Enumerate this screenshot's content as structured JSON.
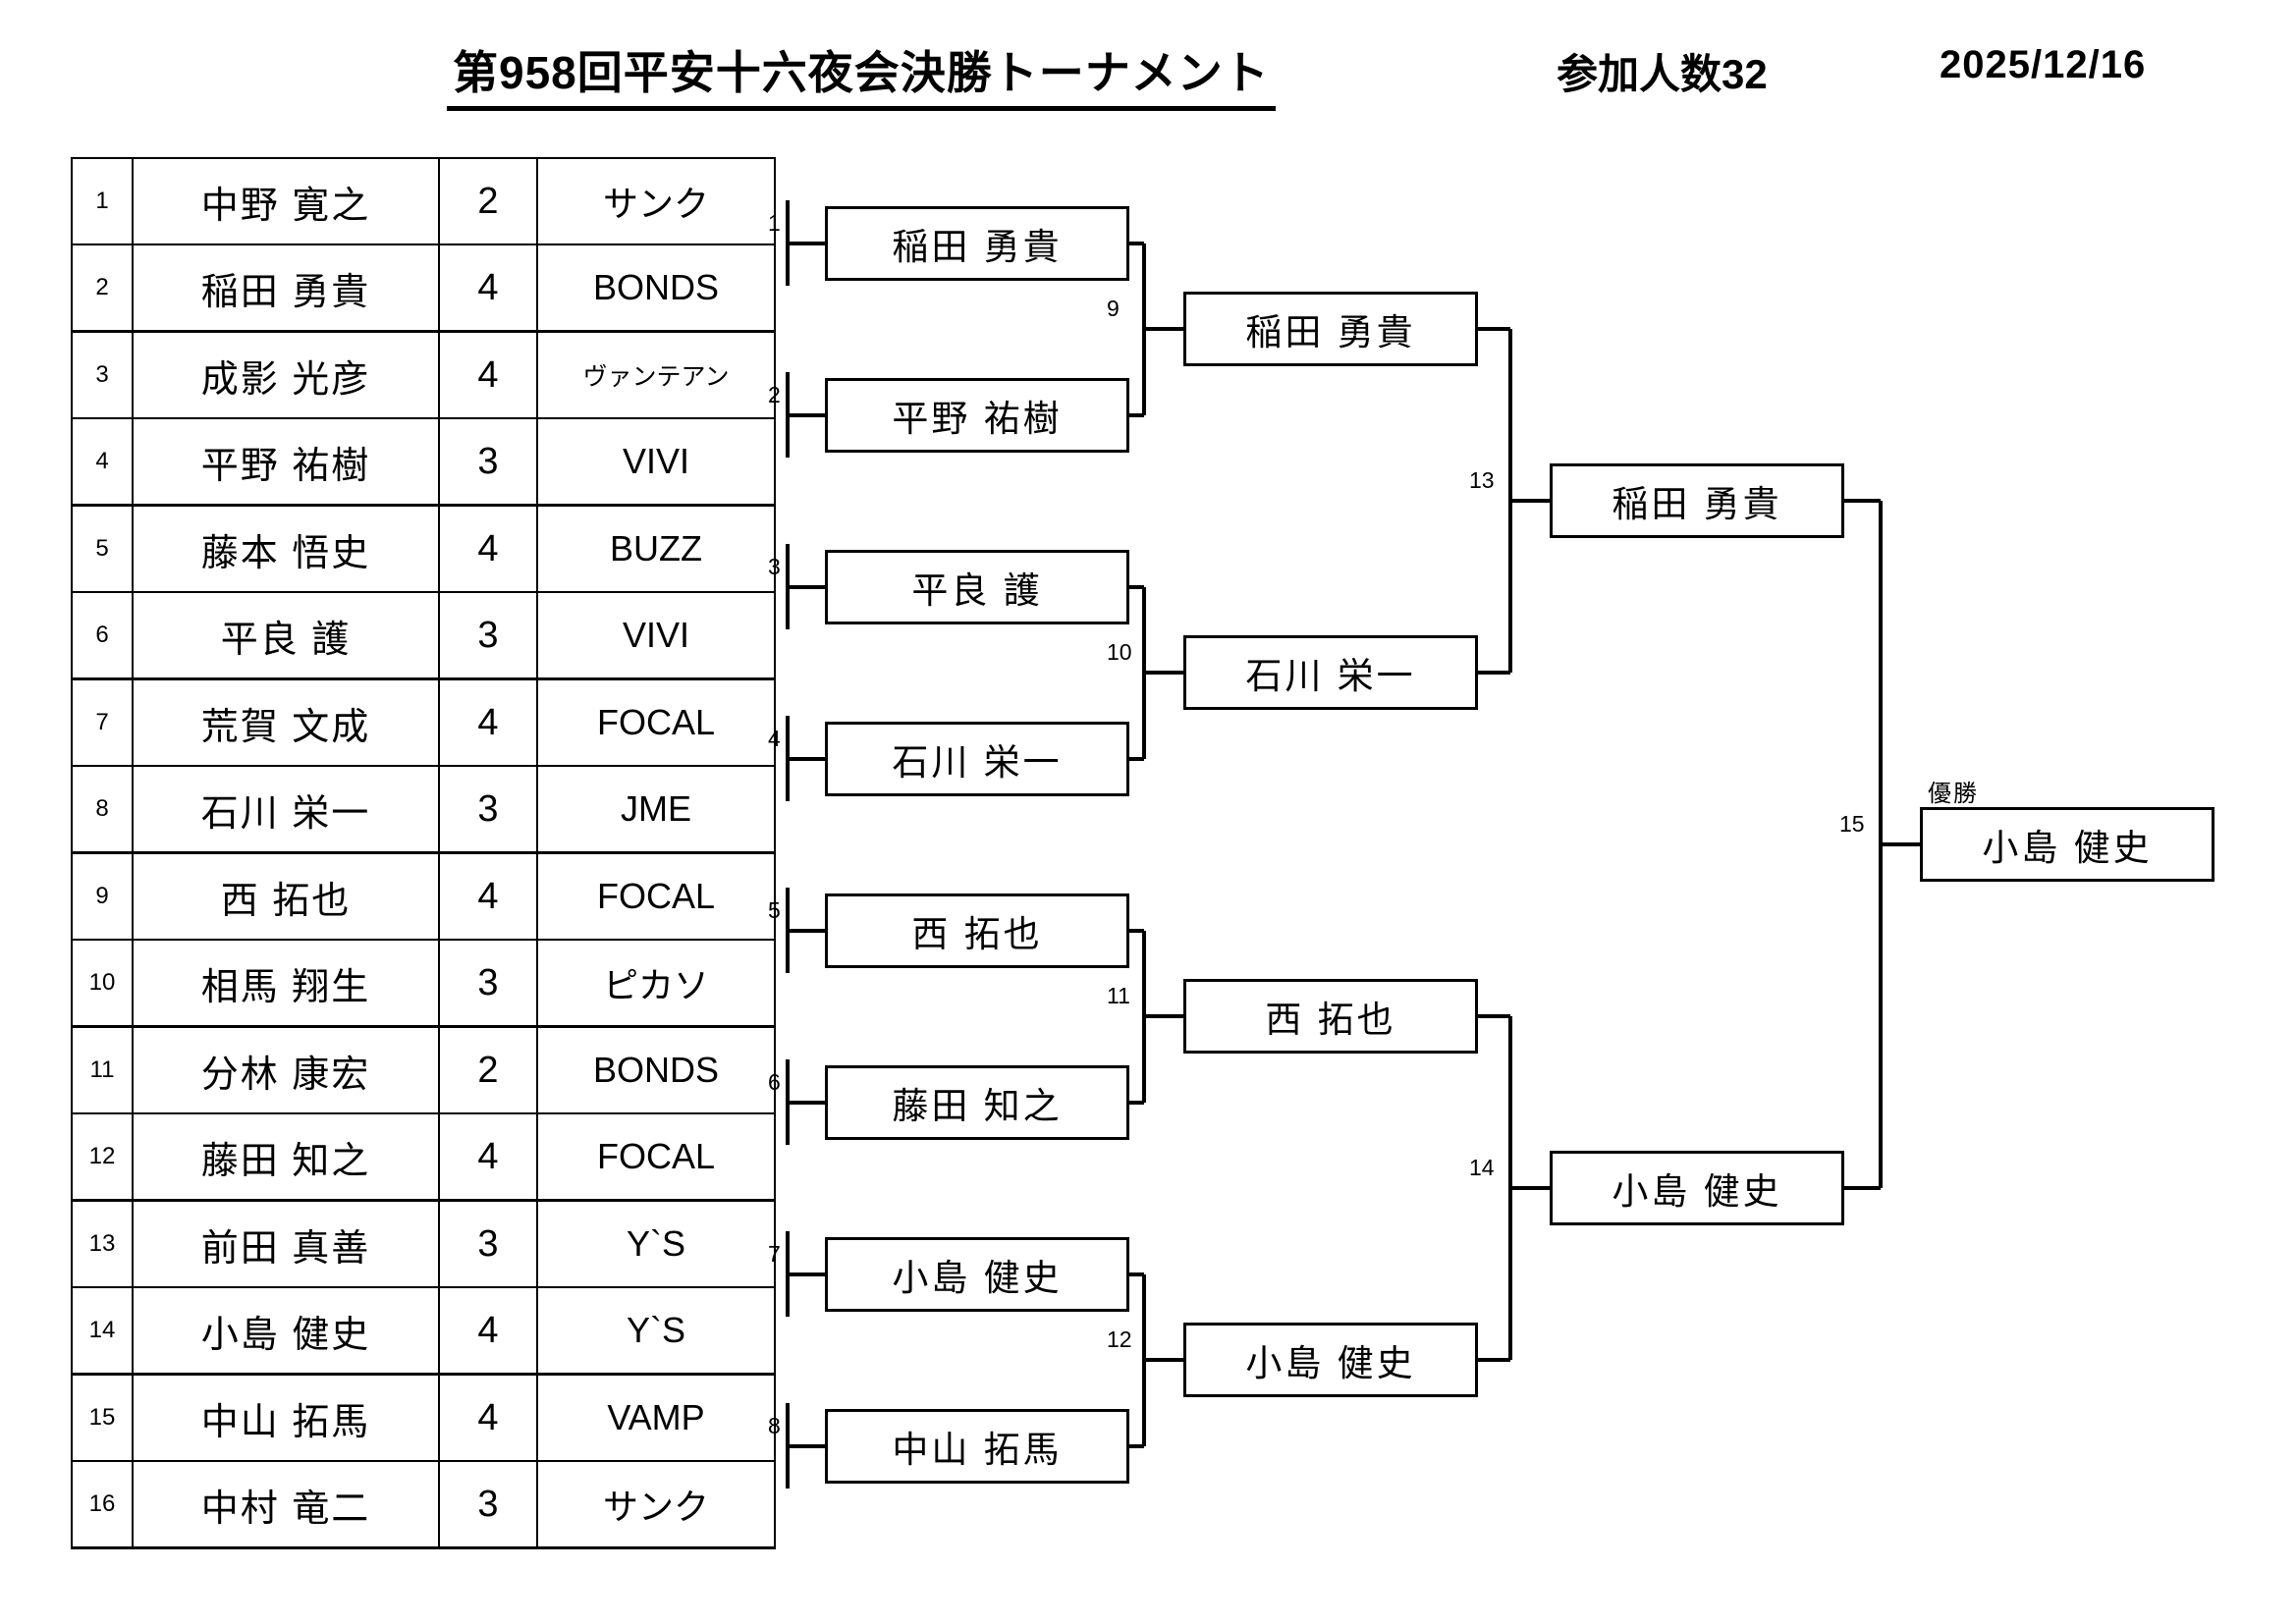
{
  "header": {
    "title": "第958回平安十六夜会決勝トーナメント",
    "participants": "参加人数32",
    "date": "2025/12/16"
  },
  "entries": [
    {
      "seed": "1",
      "name": "中野 寛之",
      "score": "2",
      "team": "サンク",
      "team_small": false
    },
    {
      "seed": "2",
      "name": "稲田 勇貴",
      "score": "4",
      "team": "BONDS",
      "team_small": false
    },
    {
      "seed": "3",
      "name": "成影 光彦",
      "score": "4",
      "team": "ヴァンテアン",
      "team_small": true
    },
    {
      "seed": "4",
      "name": "平野 祐樹",
      "score": "3",
      "team": "VIVI",
      "team_small": false
    },
    {
      "seed": "5",
      "name": "藤本 悟史",
      "score": "4",
      "team": "BUZZ",
      "team_small": false
    },
    {
      "seed": "6",
      "name": "平良  護",
      "score": "3",
      "team": "VIVI",
      "team_small": false
    },
    {
      "seed": "7",
      "name": "荒賀 文成",
      "score": "4",
      "team": "FOCAL",
      "team_small": false
    },
    {
      "seed": "8",
      "name": "石川 栄一",
      "score": "3",
      "team": "JME",
      "team_small": false
    },
    {
      "seed": "9",
      "name": "西  拓也",
      "score": "4",
      "team": "FOCAL",
      "team_small": false
    },
    {
      "seed": "10",
      "name": "相馬 翔生",
      "score": "3",
      "team": "ピカソ",
      "team_small": false
    },
    {
      "seed": "11",
      "name": "分林 康宏",
      "score": "2",
      "team": "BONDS",
      "team_small": false
    },
    {
      "seed": "12",
      "name": "藤田 知之",
      "score": "4",
      "team": "FOCAL",
      "team_small": false
    },
    {
      "seed": "13",
      "name": "前田 真善",
      "score": "3",
      "team": "Y`S",
      "team_small": false
    },
    {
      "seed": "14",
      "name": "小島 健史",
      "score": "4",
      "team": "Y`S",
      "team_small": false
    },
    {
      "seed": "15",
      "name": "中山 拓馬",
      "score": "4",
      "team": "VAMP",
      "team_small": false
    },
    {
      "seed": "16",
      "name": "中村 竜二",
      "score": "3",
      "team": "サンク",
      "team_small": false
    }
  ],
  "bracket": {
    "round2": [
      {
        "num": "1",
        "winner": "稲田 勇貴"
      },
      {
        "num": "2",
        "winner": "平野 祐樹"
      },
      {
        "num": "3",
        "winner": "平良  護"
      },
      {
        "num": "4",
        "winner": "石川 栄一"
      },
      {
        "num": "5",
        "winner": "西  拓也"
      },
      {
        "num": "6",
        "winner": "藤田 知之"
      },
      {
        "num": "7",
        "winner": "小島 健史"
      },
      {
        "num": "8",
        "winner": "中山 拓馬"
      }
    ],
    "round3": [
      {
        "num": "9",
        "winner": "稲田 勇貴"
      },
      {
        "num": "10",
        "winner": "石川 栄一"
      },
      {
        "num": "11",
        "winner": "西  拓也"
      },
      {
        "num": "12",
        "winner": "小島 健史"
      }
    ],
    "round4": [
      {
        "num": "13",
        "winner": "稲田 勇貴"
      },
      {
        "num": "14",
        "winner": "小島 健史"
      }
    ],
    "final": {
      "num": "15",
      "winner": "小島 健史",
      "label": "優勝"
    }
  }
}
